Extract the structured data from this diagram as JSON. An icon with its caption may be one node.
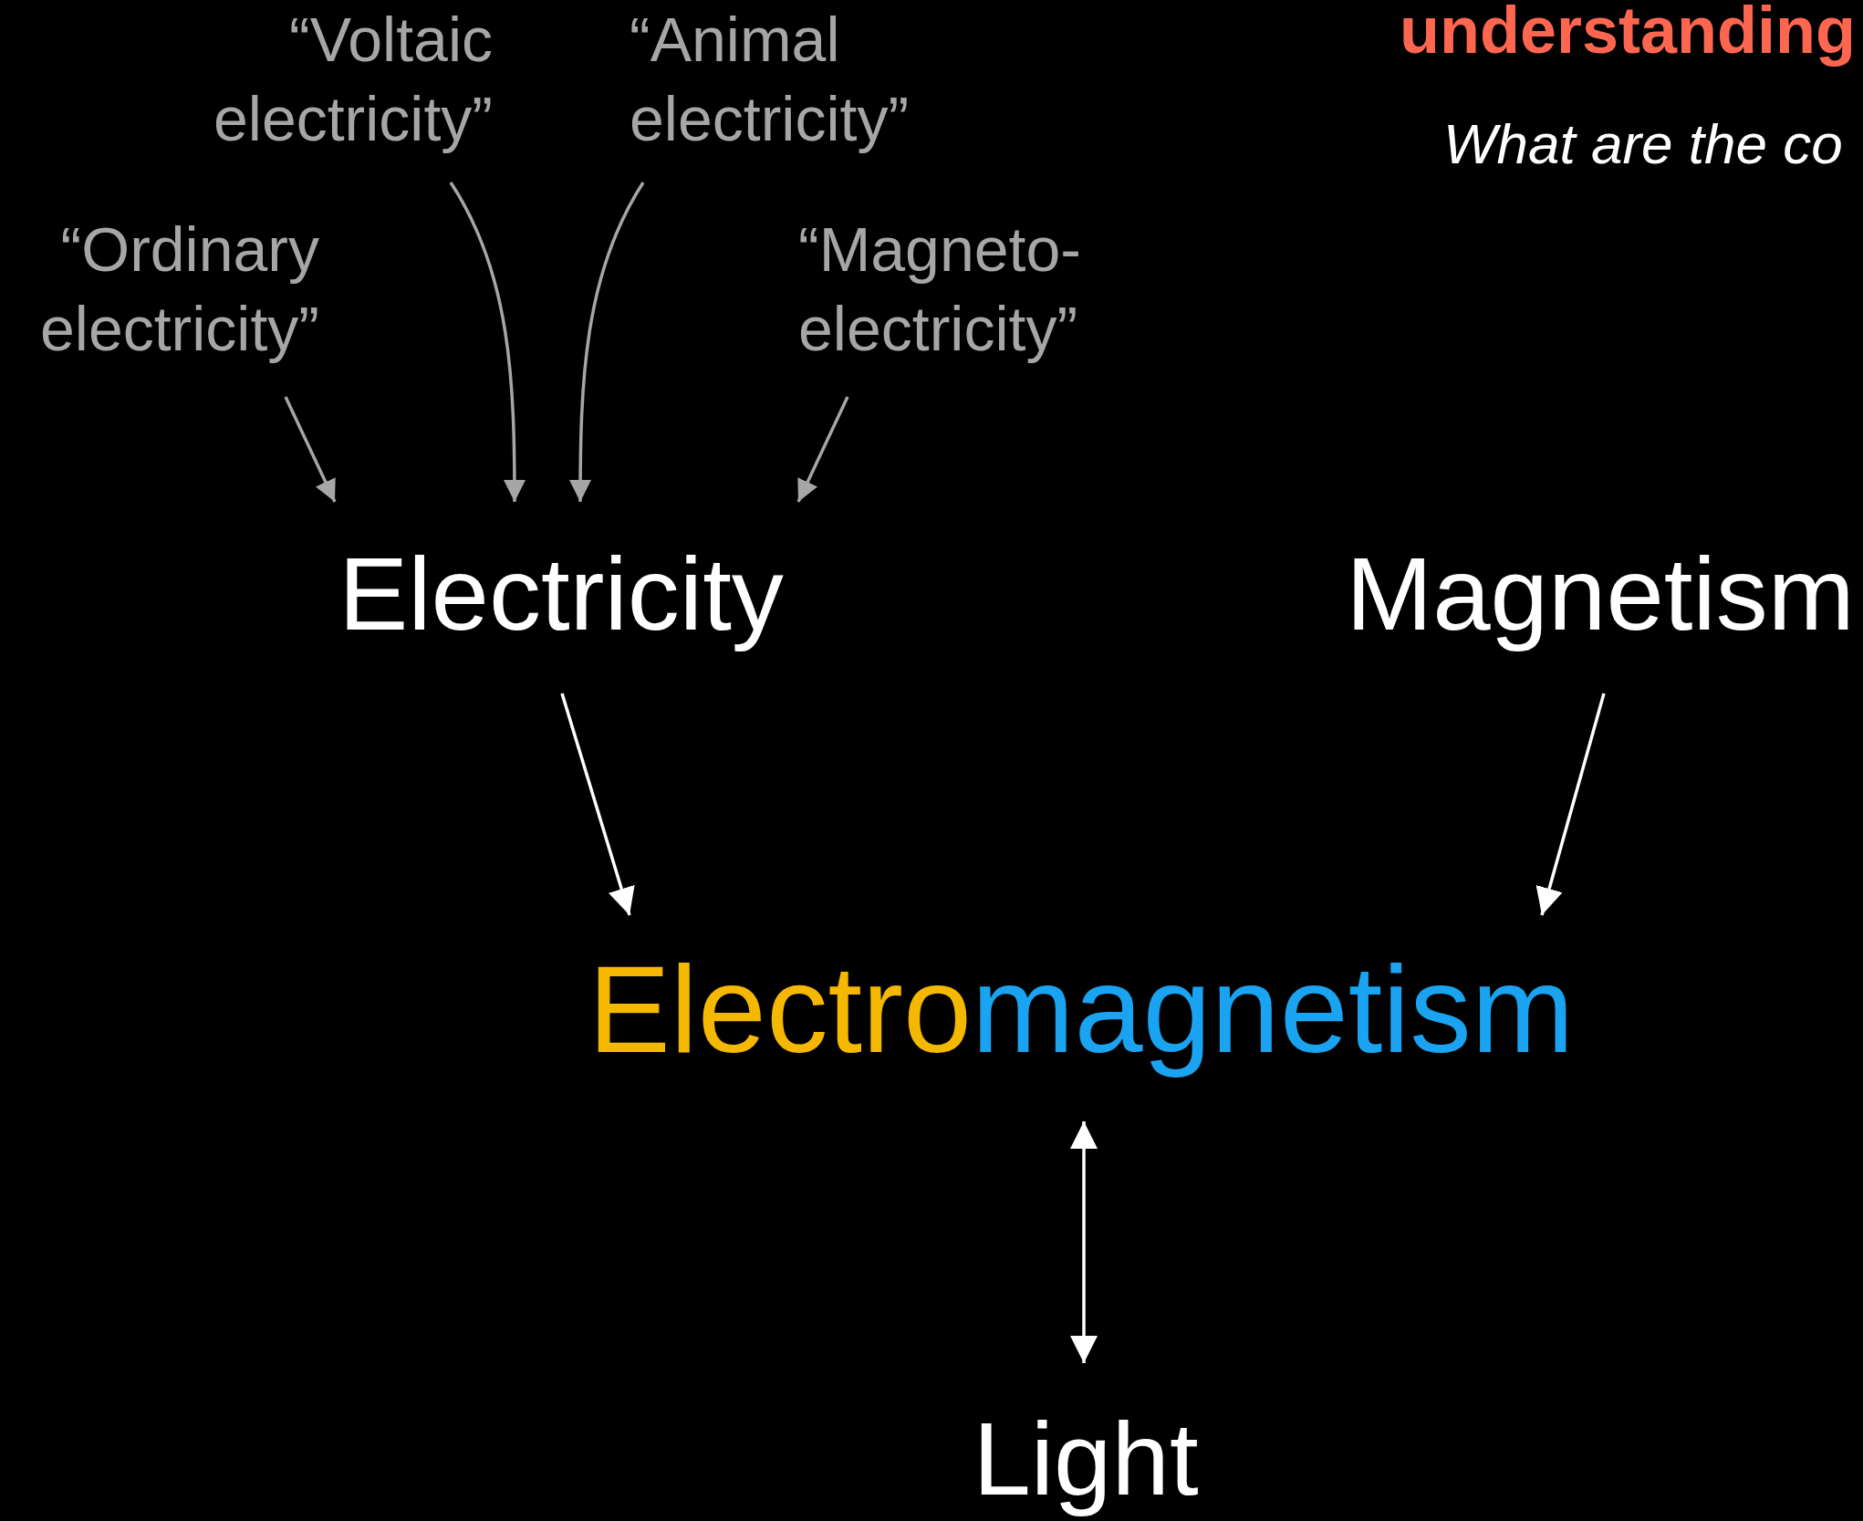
{
  "diagram": {
    "nodes": [
      {
        "text": [
          "“Voltaic electricity”"
        ]
      },
      {
        "text": [
          "“Animal electricity”"
        ]
      },
      {
        "text": [
          "“Ordinary electricity”"
        ]
      },
      {
        "text": [
          "“Magneto-electricity”"
        ]
      },
      {
        "text": [
          "Electricity"
        ]
      },
      {
        "text": [
          "Magnetism"
        ]
      },
      {
        "text": [
          "Electromagnetism"
        ]
      },
      {
        "text": [
          "Light"
        ]
      }
    ],
    "edges": [
      {
        "from": 2,
        "to": 4,
        "arrow": "to"
      },
      {
        "from": 0,
        "to": 4,
        "arrow": "to"
      },
      {
        "from": 1,
        "to": 4,
        "arrow": "to"
      },
      {
        "from": 3,
        "to": 4,
        "arrow": "to"
      },
      {
        "from": 4,
        "to": 6,
        "arrow": "to",
        "color": "#ffffff"
      },
      {
        "from": 5,
        "to": 6,
        "arrow": "to",
        "color": "#ffffff"
      },
      {
        "from": 6,
        "to": 7,
        "arrow": "both",
        "color": "#ffffff"
      }
    ],
    "labels": [
      "understanding",
      "What are the co"
    ]
  }
}
